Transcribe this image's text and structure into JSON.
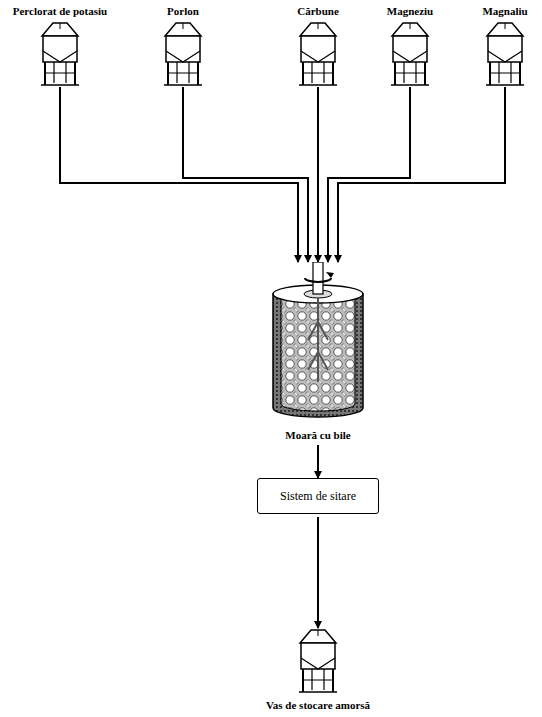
{
  "diagram": {
    "nodes": [
      {
        "text": [
          "Perclorat de potasiu"
        ]
      },
      {
        "text": [
          "Porlon"
        ]
      },
      {
        "text": [
          "Cărbune"
        ]
      },
      {
        "text": [
          "Magneziu"
        ]
      },
      {
        "text": [
          "Magnaliu"
        ]
      },
      {
        "text": [
          "Moară cu bile"
        ]
      },
      {
        "text": [
          "Sistem de sitare"
        ]
      },
      {
        "text": [
          "Vas de stocare amorsă"
        ]
      }
    ],
    "edges": [
      {
        "from": 0,
        "to": 5,
        "arrow": "to"
      },
      {
        "from": 1,
        "to": 5,
        "arrow": "to"
      },
      {
        "from": 2,
        "to": 5,
        "arrow": "to"
      },
      {
        "from": 3,
        "to": 5,
        "arrow": "to"
      },
      {
        "from": 4,
        "to": 5,
        "arrow": "to"
      },
      {
        "from": 5,
        "to": 6,
        "arrow": "to"
      },
      {
        "from": 6,
        "to": 7,
        "arrow": "to"
      }
    ]
  }
}
